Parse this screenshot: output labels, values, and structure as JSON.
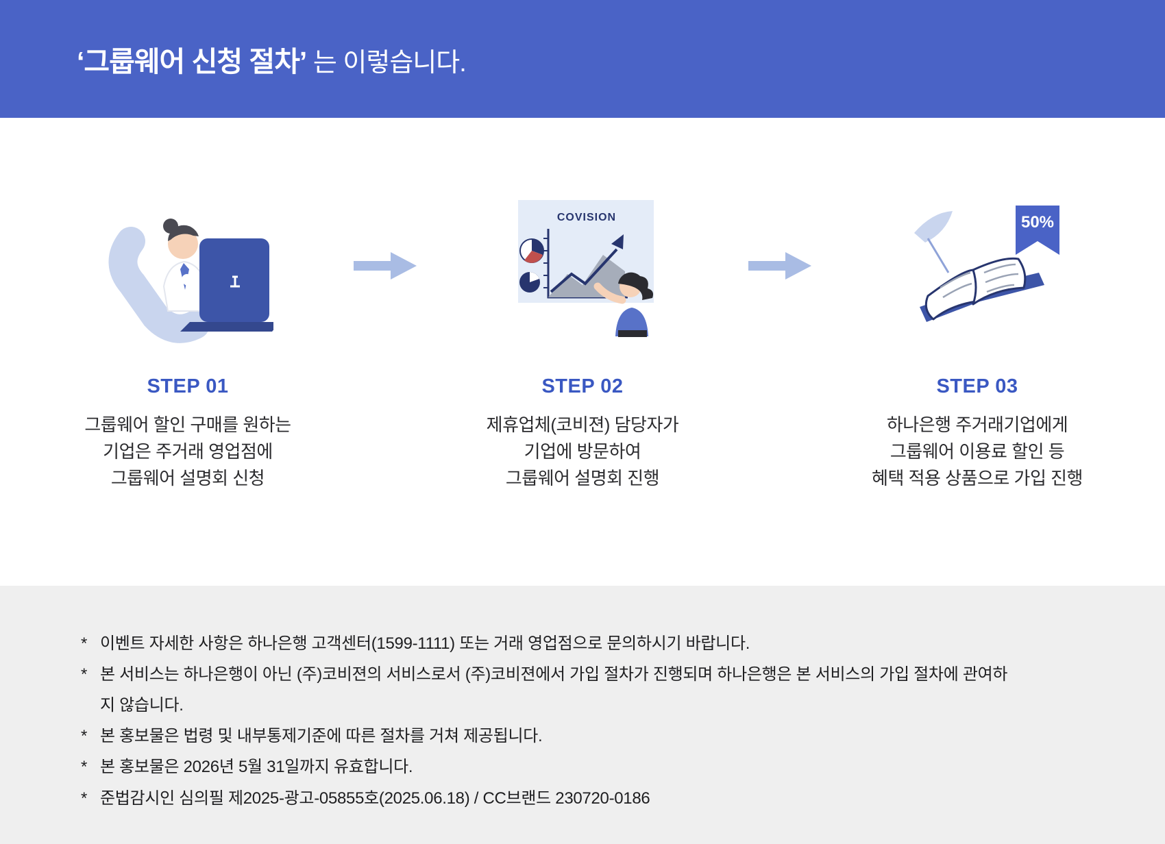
{
  "header": {
    "title_bold": "‘그룹웨어 신청 절차’",
    "title_rest": " 는 이렇습니다."
  },
  "steps": [
    {
      "label": "STEP 01",
      "lines": [
        "그룹웨어 할인 구매를 원하는",
        "기업은 주거래 영업점에",
        "그룹웨어 설명회 신청"
      ]
    },
    {
      "label": "STEP 02",
      "lines": [
        "제휴업체(코비젼) 담당자가",
        "기업에 방문하여",
        "그룹웨어 설명회 진행"
      ]
    },
    {
      "label": "STEP 03",
      "lines": [
        "하나은행 주거래기업에게",
        "그룹웨어 이용료 할인 등",
        "혜택 적용 상품으로 가입 진행"
      ]
    }
  ],
  "illustrations": {
    "covision_label": "COVISION",
    "discount_label": "50%"
  },
  "footer": {
    "bullet": "*",
    "notes": [
      "이벤트 자세한 사항은 하나은행 고객센터(1599-1111) 또는 거래 영업점으로 문의하시기 바랍니다.",
      "본 서비스는 하나은행이 아닌 (주)코비젼의 서비스로서 (주)코비젼에서 가입 절차가 진행되며 하나은행은 본 서비스의 가입 절차에 관여하지 않습니다.",
      "본 홍보물은 법령 및 내부통제기준에 따른 절차를 거쳐 제공됩니다.",
      "본 홍보물은 2026년 5월 31일까지 유효합니다.",
      "준법감시인 심의필 제2025-광고-05855호(2025.06.18) / CC브랜드 230720-0186"
    ]
  },
  "colors": {
    "header_bg": "#4a63c6",
    "step_label_blue": "#3a58c2",
    "arrow": "#a9bce4",
    "illustration_navy": "#3d55a8",
    "illustration_light_blue": "#c9d5ee",
    "footer_bg": "#efefef"
  }
}
